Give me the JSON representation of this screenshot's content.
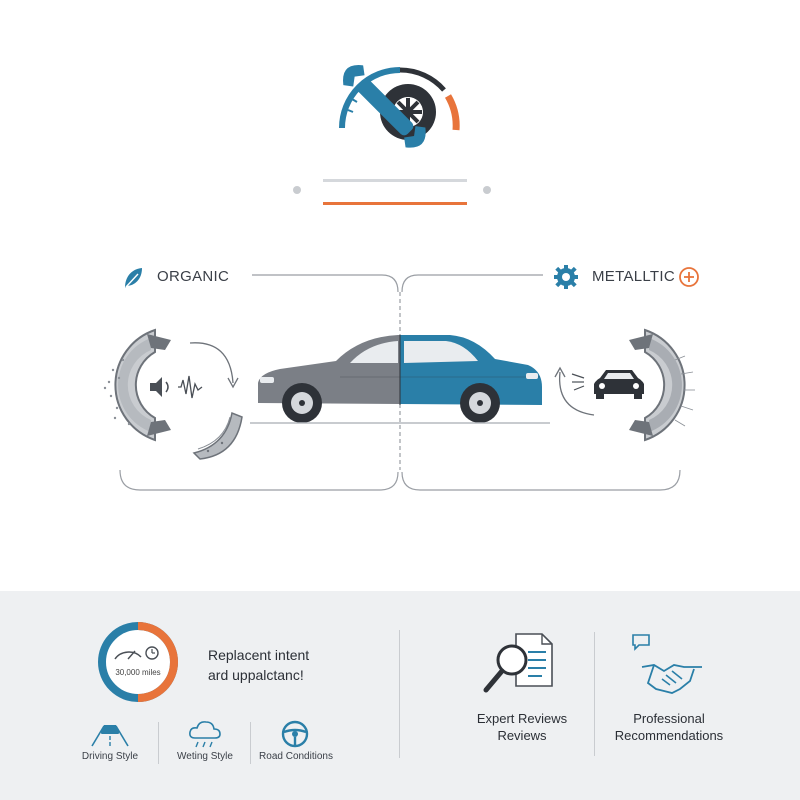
{
  "header": {},
  "comparison": {
    "organic_label": "ORGANIC",
    "metallic_label": "METALLTIC"
  },
  "footer": {
    "mileage": "30,000 miles",
    "replacement_text_line1": "Replacent intent",
    "replacement_text_line2": "ard uppalctanc!",
    "factors": [
      {
        "label": "Driving Style",
        "icon": "road-car-icon"
      },
      {
        "label": "Weting Style",
        "icon": "cloud-rain-icon"
      },
      {
        "label": "Road Conditions",
        "icon": "steering-wheel-icon"
      }
    ],
    "expert_line1": "Expert Reviews",
    "expert_line2": "Reviews",
    "pro_line1": "Professional",
    "pro_line2": "Recommendations"
  },
  "colors": {
    "accent_blue": "#2a7fa8",
    "accent_orange": "#e8743b",
    "dark": "#2e3238",
    "gray": "#7b7f86"
  }
}
